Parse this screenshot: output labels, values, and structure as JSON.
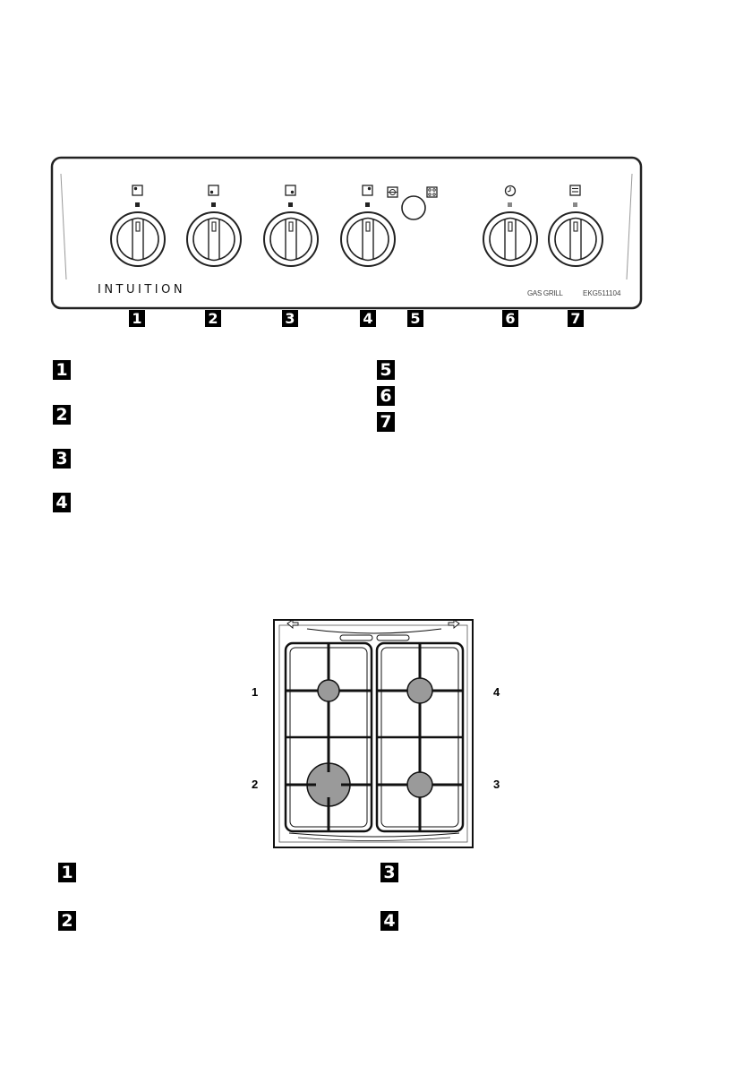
{
  "panel": {
    "brand": "INTUITION",
    "grill_label": "GAS GRILL",
    "model": "EKG511104",
    "bottom_numbers": [
      "1",
      "2",
      "3",
      "4",
      "5",
      "6",
      "7"
    ],
    "knob_symbols": [
      "burner-front-left-icon",
      "burner-rear-left-icon",
      "burner-rear-right-icon",
      "burner-front-right-icon",
      "timer-icon",
      "grill-icon"
    ],
    "ignition_symbols": [
      "ignition-left-icon",
      "ignition-right-icon"
    ]
  },
  "legend_top": {
    "left": [
      "1",
      "2",
      "3",
      "4"
    ],
    "right": [
      "5",
      "6",
      "7"
    ]
  },
  "hob": {
    "side_labels": {
      "top_left": "1",
      "bottom_left": "2",
      "bottom_right": "3",
      "top_right": "4"
    }
  },
  "legend_bottom": {
    "left": [
      "1",
      "2"
    ],
    "right": [
      "3",
      "4"
    ]
  },
  "colors": {
    "burner_fill": "#9a9a9a",
    "outline": "#111111",
    "badge": "#000000"
  }
}
